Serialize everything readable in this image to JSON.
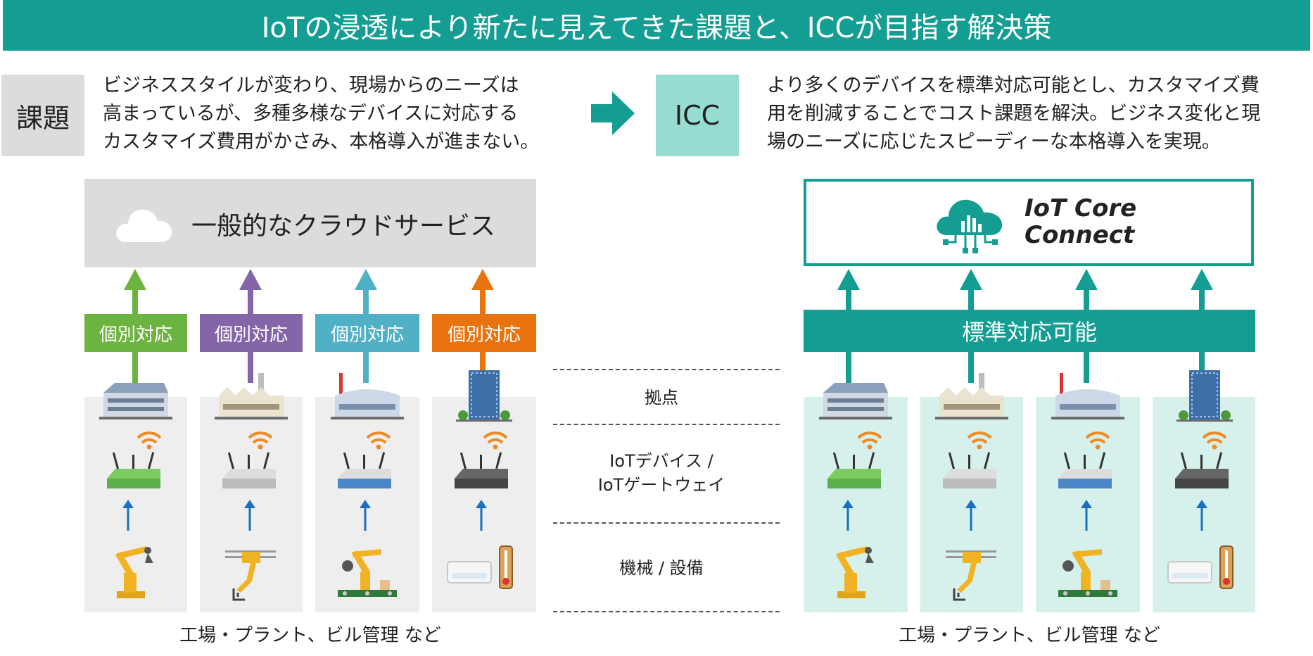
{
  "title": "IoTの浸透により新たに見えてきた課題と、ICCが目指す解決策",
  "problem": {
    "label": "課題",
    "lines": [
      "ビジネススタイルが変わり、現場からのニーズは",
      "高まっているが、多種多様なデバイスに対応する",
      "カスタマイズ費用がかさみ、本格導入が進まない。"
    ]
  },
  "solution": {
    "label": "ICC",
    "lines": [
      "より多くのデバイスを標準対応可能とし、カスタマイズ費",
      "用を削減することでコスト課題を解決。ビジネス変化と現",
      "場のニーズに応じたスピーディーな本格導入を実現。"
    ]
  },
  "left": {
    "cloud_label": "一般的なクラウドサービス",
    "tags": [
      "個別対応",
      "個別対応",
      "個別対応",
      "個別対応"
    ],
    "tag_colors": [
      "#6db33f",
      "#8466a8",
      "#4fb0c6",
      "#e8730f"
    ],
    "footer": "工場・プラント、ビル管理 など"
  },
  "right": {
    "logo_line1": "IoT Core",
    "logo_line2": "Connect",
    "band_label": "標準対応可能",
    "footer": "工場・プラント、ビル管理 など"
  },
  "middle": {
    "row1": "拠点",
    "row2_line1": "IoTデバイス /",
    "row2_line2": "IoTゲートウェイ",
    "row3": "機械 / 設備"
  },
  "colors": {
    "teal": "#149e93",
    "arrow_blue": "#1a6fc2",
    "icc_box": "#96dcd0",
    "problem_box": "#dcdcdc"
  }
}
